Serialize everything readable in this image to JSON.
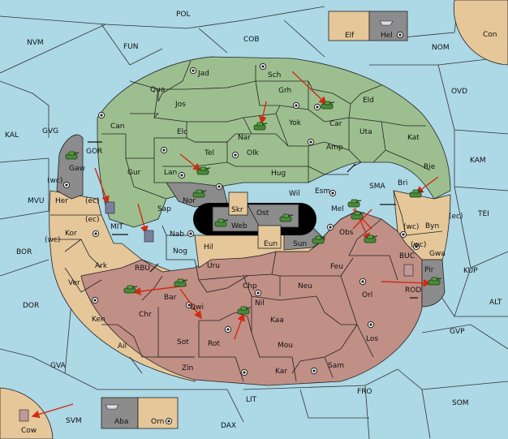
{
  "map": {
    "sea_labels": [
      {
        "name": "POL"
      },
      {
        "name": "COB"
      },
      {
        "name": "FUN"
      },
      {
        "name": "NVM"
      },
      {
        "name": "NOM"
      },
      {
        "name": "Con"
      },
      {
        "name": "OVD"
      },
      {
        "name": "KAL"
      },
      {
        "name": "GVG"
      },
      {
        "name": "KAM"
      },
      {
        "name": "GOR"
      },
      {
        "name": "SMA"
      },
      {
        "name": "TEI"
      },
      {
        "name": "MVU"
      },
      {
        "name": "MIT"
      },
      {
        "name": "BOR"
      },
      {
        "name": "RBU"
      },
      {
        "name": "KUP"
      },
      {
        "name": "BUC"
      },
      {
        "name": "DOR"
      },
      {
        "name": "ROD"
      },
      {
        "name": "ALT"
      },
      {
        "name": "GVP"
      },
      {
        "name": "GVA"
      },
      {
        "name": "FRO"
      },
      {
        "name": "SOM"
      },
      {
        "name": "LIT"
      },
      {
        "name": "SVM"
      },
      {
        "name": "DAX"
      },
      {
        "name": "Cow"
      }
    ],
    "land_labels": [
      {
        "name": "Jad"
      },
      {
        "name": "Sch"
      },
      {
        "name": "Qua"
      },
      {
        "name": "Jos"
      },
      {
        "name": "Grh"
      },
      {
        "name": "Eld"
      },
      {
        "name": "Can"
      },
      {
        "name": "Car"
      },
      {
        "name": "Yok"
      },
      {
        "name": "Uta"
      },
      {
        "name": "Nar"
      },
      {
        "name": "Elc"
      },
      {
        "name": "Kat"
      },
      {
        "name": "Tel"
      },
      {
        "name": "Olk"
      },
      {
        "name": "Amp"
      },
      {
        "name": "Gaw"
      },
      {
        "name": "Gur"
      },
      {
        "name": "Lan"
      },
      {
        "name": "Hug"
      },
      {
        "name": "Bri"
      },
      {
        "name": "Rie"
      },
      {
        "name": "Nor"
      },
      {
        "name": "Wil"
      },
      {
        "name": "Esm"
      },
      {
        "name": "Her"
      },
      {
        "name": "Sap"
      },
      {
        "name": "Skr"
      },
      {
        "name": "Ost"
      },
      {
        "name": "Mel"
      },
      {
        "name": "Byn"
      },
      {
        "name": "Web"
      },
      {
        "name": "Kor"
      },
      {
        "name": "Nab"
      },
      {
        "name": "Hil"
      },
      {
        "name": "Obs"
      },
      {
        "name": "Eun"
      },
      {
        "name": "Sun"
      },
      {
        "name": "Gwa"
      },
      {
        "name": "Nog"
      },
      {
        "name": "Ark"
      },
      {
        "name": "Uru"
      },
      {
        "name": "Feu"
      },
      {
        "name": "Pir"
      },
      {
        "name": "Ver"
      },
      {
        "name": "Chp"
      },
      {
        "name": "Neu"
      },
      {
        "name": "Orl"
      },
      {
        "name": "Bar"
      },
      {
        "name": "Qwi"
      },
      {
        "name": "Nil"
      },
      {
        "name": "Ken"
      },
      {
        "name": "Chr"
      },
      {
        "name": "Kaa"
      },
      {
        "name": "Sot"
      },
      {
        "name": "Rot"
      },
      {
        "name": "Los"
      },
      {
        "name": "Ail"
      },
      {
        "name": "Mou"
      },
      {
        "name": "Sam"
      },
      {
        "name": "Zin"
      },
      {
        "name": "Kar"
      },
      {
        "name": "Elf"
      },
      {
        "name": "Hel"
      },
      {
        "name": "Aba"
      },
      {
        "name": "Orn"
      }
    ],
    "coast_labels": [
      {
        "name": "(wc)"
      },
      {
        "name": "(ec)"
      },
      {
        "name": "(ec)"
      },
      {
        "name": "(wc)"
      },
      {
        "name": "(wc)"
      },
      {
        "name": "(ec)"
      },
      {
        "name": "(wc)"
      }
    ],
    "colors": {
      "sea": "#add8e6",
      "green_power": "#9dbf8f",
      "neutral": "#e6c79a",
      "red_power": "#c08f86",
      "impassable": "#8c8c8c",
      "order_arrow": "#d02b14"
    },
    "icons": {
      "unit": "tank-icon",
      "fleet": "ship-icon",
      "supply_center": "supply-center-icon",
      "convoy": "double-arrow-icon"
    }
  }
}
